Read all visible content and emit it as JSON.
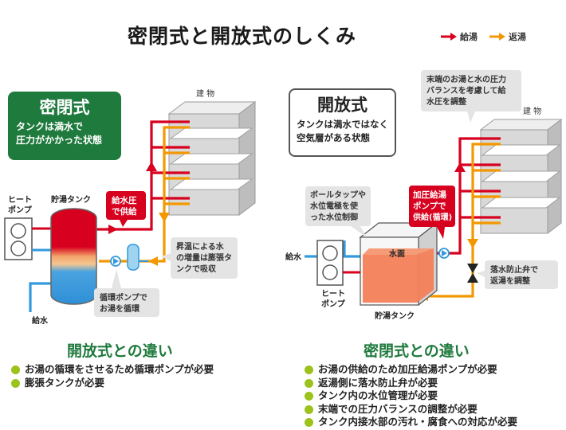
{
  "title": "密閉式と開放式のしくみ",
  "legend": {
    "supply": "給湯",
    "return": "返湯"
  },
  "colors": {
    "supply": "#d7001e",
    "return": "#f39800",
    "water": "#3399dd",
    "green": "#1f7a3d",
    "bullet": "#9cc21c",
    "tank_water": "#f37f5a"
  },
  "left": {
    "badge_title": "密閉式",
    "badge_sub": [
      "タンクは満水で",
      "圧力がかかった状態"
    ],
    "building": "建 物",
    "heat_pump": [
      "ヒート",
      "ポンプ"
    ],
    "tank_label": "貯湯タンク",
    "water_in": "給水",
    "supply_callout": [
      "給水圧",
      "で供給"
    ],
    "expansion_callout": [
      "昇温による水",
      "の増量は膨張タ",
      "ンクで吸収"
    ],
    "pump_callout": [
      "循環ポンプで",
      "お湯を循環"
    ],
    "diff_title": "開放式との違い",
    "diff_items": [
      "お湯の循環をさせるため循環ポンプが必要",
      "膨張タンクが必要"
    ]
  },
  "right": {
    "badge_title": "開放式",
    "badge_sub": [
      "タンクは満水ではなく",
      "空気層がある状態"
    ],
    "building": "建 物",
    "top_callout": [
      "末端のお湯と水の圧力",
      "バランスを考慮して給",
      "水圧を調整"
    ],
    "ball_callout": [
      "ボールタップや",
      "水位電極を使",
      "った水位制御"
    ],
    "supply_callout": [
      "加圧給湯",
      "ポンプで",
      "供給(循環)"
    ],
    "water_surface": "水面",
    "water_in": "給水",
    "heat_pump": [
      "ヒート",
      "ポンプ"
    ],
    "tank_label": "貯湯タンク",
    "valve_callout": [
      "落水防止弁で",
      "返湯を調整"
    ],
    "diff_title": "密閉式との違い",
    "diff_items": [
      "お湯の供給のため加圧給湯ポンプが必要",
      "返湯側に落水防止弁が必要",
      "タンク内の水位管理が必要",
      "末端での圧力バランスの調整が必要",
      "タンク内接水部の汚れ・腐食への対応が必要"
    ]
  }
}
